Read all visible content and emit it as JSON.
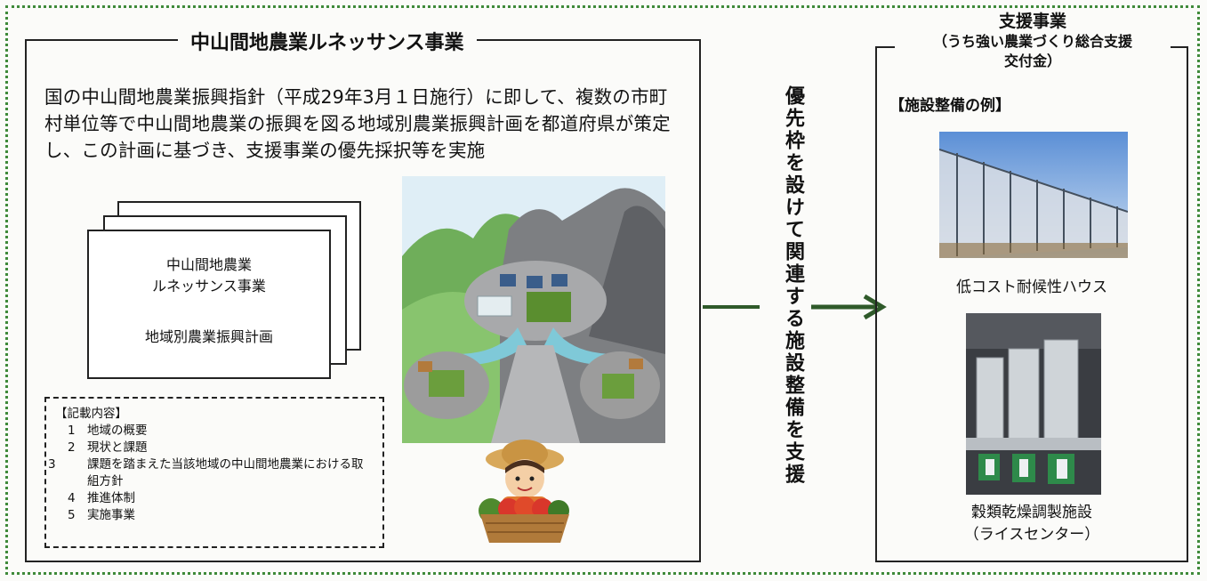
{
  "left_panel": {
    "title": "中山間地農業ルネッサンス事業",
    "intro": "国の中山間地農業振興指針（平成29年3月１日施行）に即して、複数の市町村単位等で中山間地農業の振興を図る地域別農業振興計画を都道府県が策定し、この計画に基づき、支援事業の優先採択等を実施",
    "plan_title_line1": "中山間地農業",
    "plan_title_line2": "ルネッサンス事業",
    "plan_subtitle": "地域別農業振興計画",
    "contents_heading": "【記載内容】",
    "contents_items": [
      {
        "num": "1",
        "text": "地域の概要"
      },
      {
        "num": "2",
        "text": "現状と課題"
      },
      {
        "num": "3",
        "text": "課題を踏まえた当該地域の中山間地農業における取組方針"
      },
      {
        "num": "4",
        "text": "推進体制"
      },
      {
        "num": "5",
        "text": "実施事業"
      }
    ]
  },
  "connector_text": "優先枠を設けて関連する施設整備を支援",
  "right_panel": {
    "title": "支援事業",
    "subtitle_line1": "（うち強い農業づくり総合支援",
    "subtitle_line2": "交付金）",
    "examples_label": "【施設整備の例】",
    "photo1_caption": "低コスト耐候性ハウス",
    "photo2_caption_line1": "穀類乾燥調製施設",
    "photo2_caption_line2": "（ライスセンター）"
  },
  "colors": {
    "border_green": "#3f8a3a",
    "arrow_green": "#2f5a2a"
  }
}
